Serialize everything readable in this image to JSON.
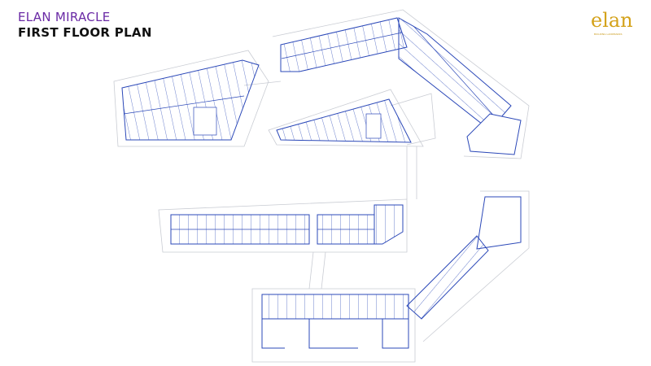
{
  "header": {
    "project_name": "ELAN MIRACLE",
    "plan_title": "FIRST FLOOR PLAN"
  },
  "logo": {
    "wordmark": "elan",
    "tagline": "BUILDING LANDMARKS"
  },
  "colors": {
    "project_name": "#6a2aa5",
    "unit_lines": "#2b48b8",
    "outline": "#b9bcc4",
    "unit_labels": "#d0302a",
    "logo": "#d4a21a"
  }
}
